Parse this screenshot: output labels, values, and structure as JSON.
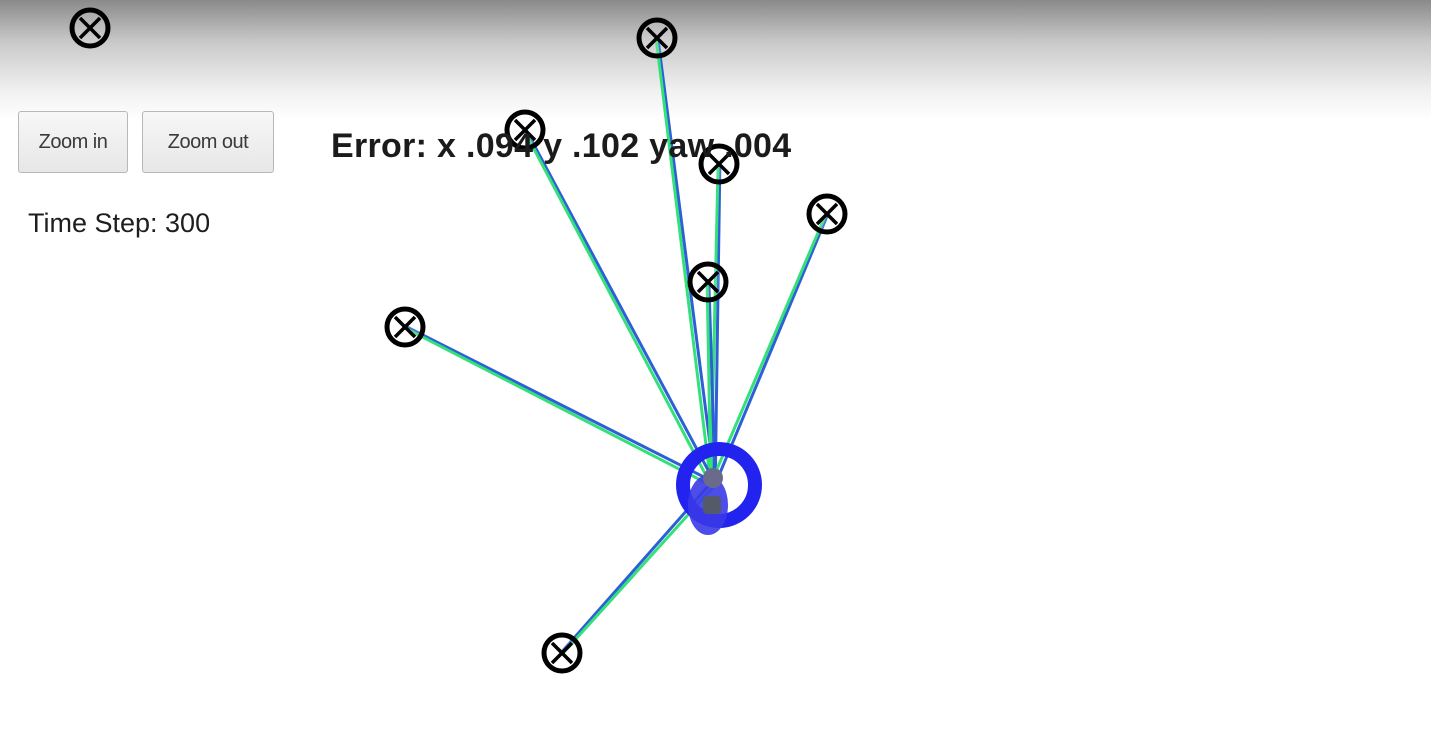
{
  "controls": {
    "zoom_in_label": "Zoom in",
    "zoom_out_label": "Zoom out"
  },
  "status": {
    "time_step_text": "Time Step: 300",
    "error_text": "Error: x .094 y .102 yaw .004"
  },
  "colors": {
    "observation_line": "#2d5fd6",
    "prediction_line": "#33e07a",
    "vehicle": "#2323f0",
    "landmark": "#000000"
  },
  "icons": {
    "landmark": "landmark-marker-icon",
    "vehicle": "vehicle-icon"
  }
}
